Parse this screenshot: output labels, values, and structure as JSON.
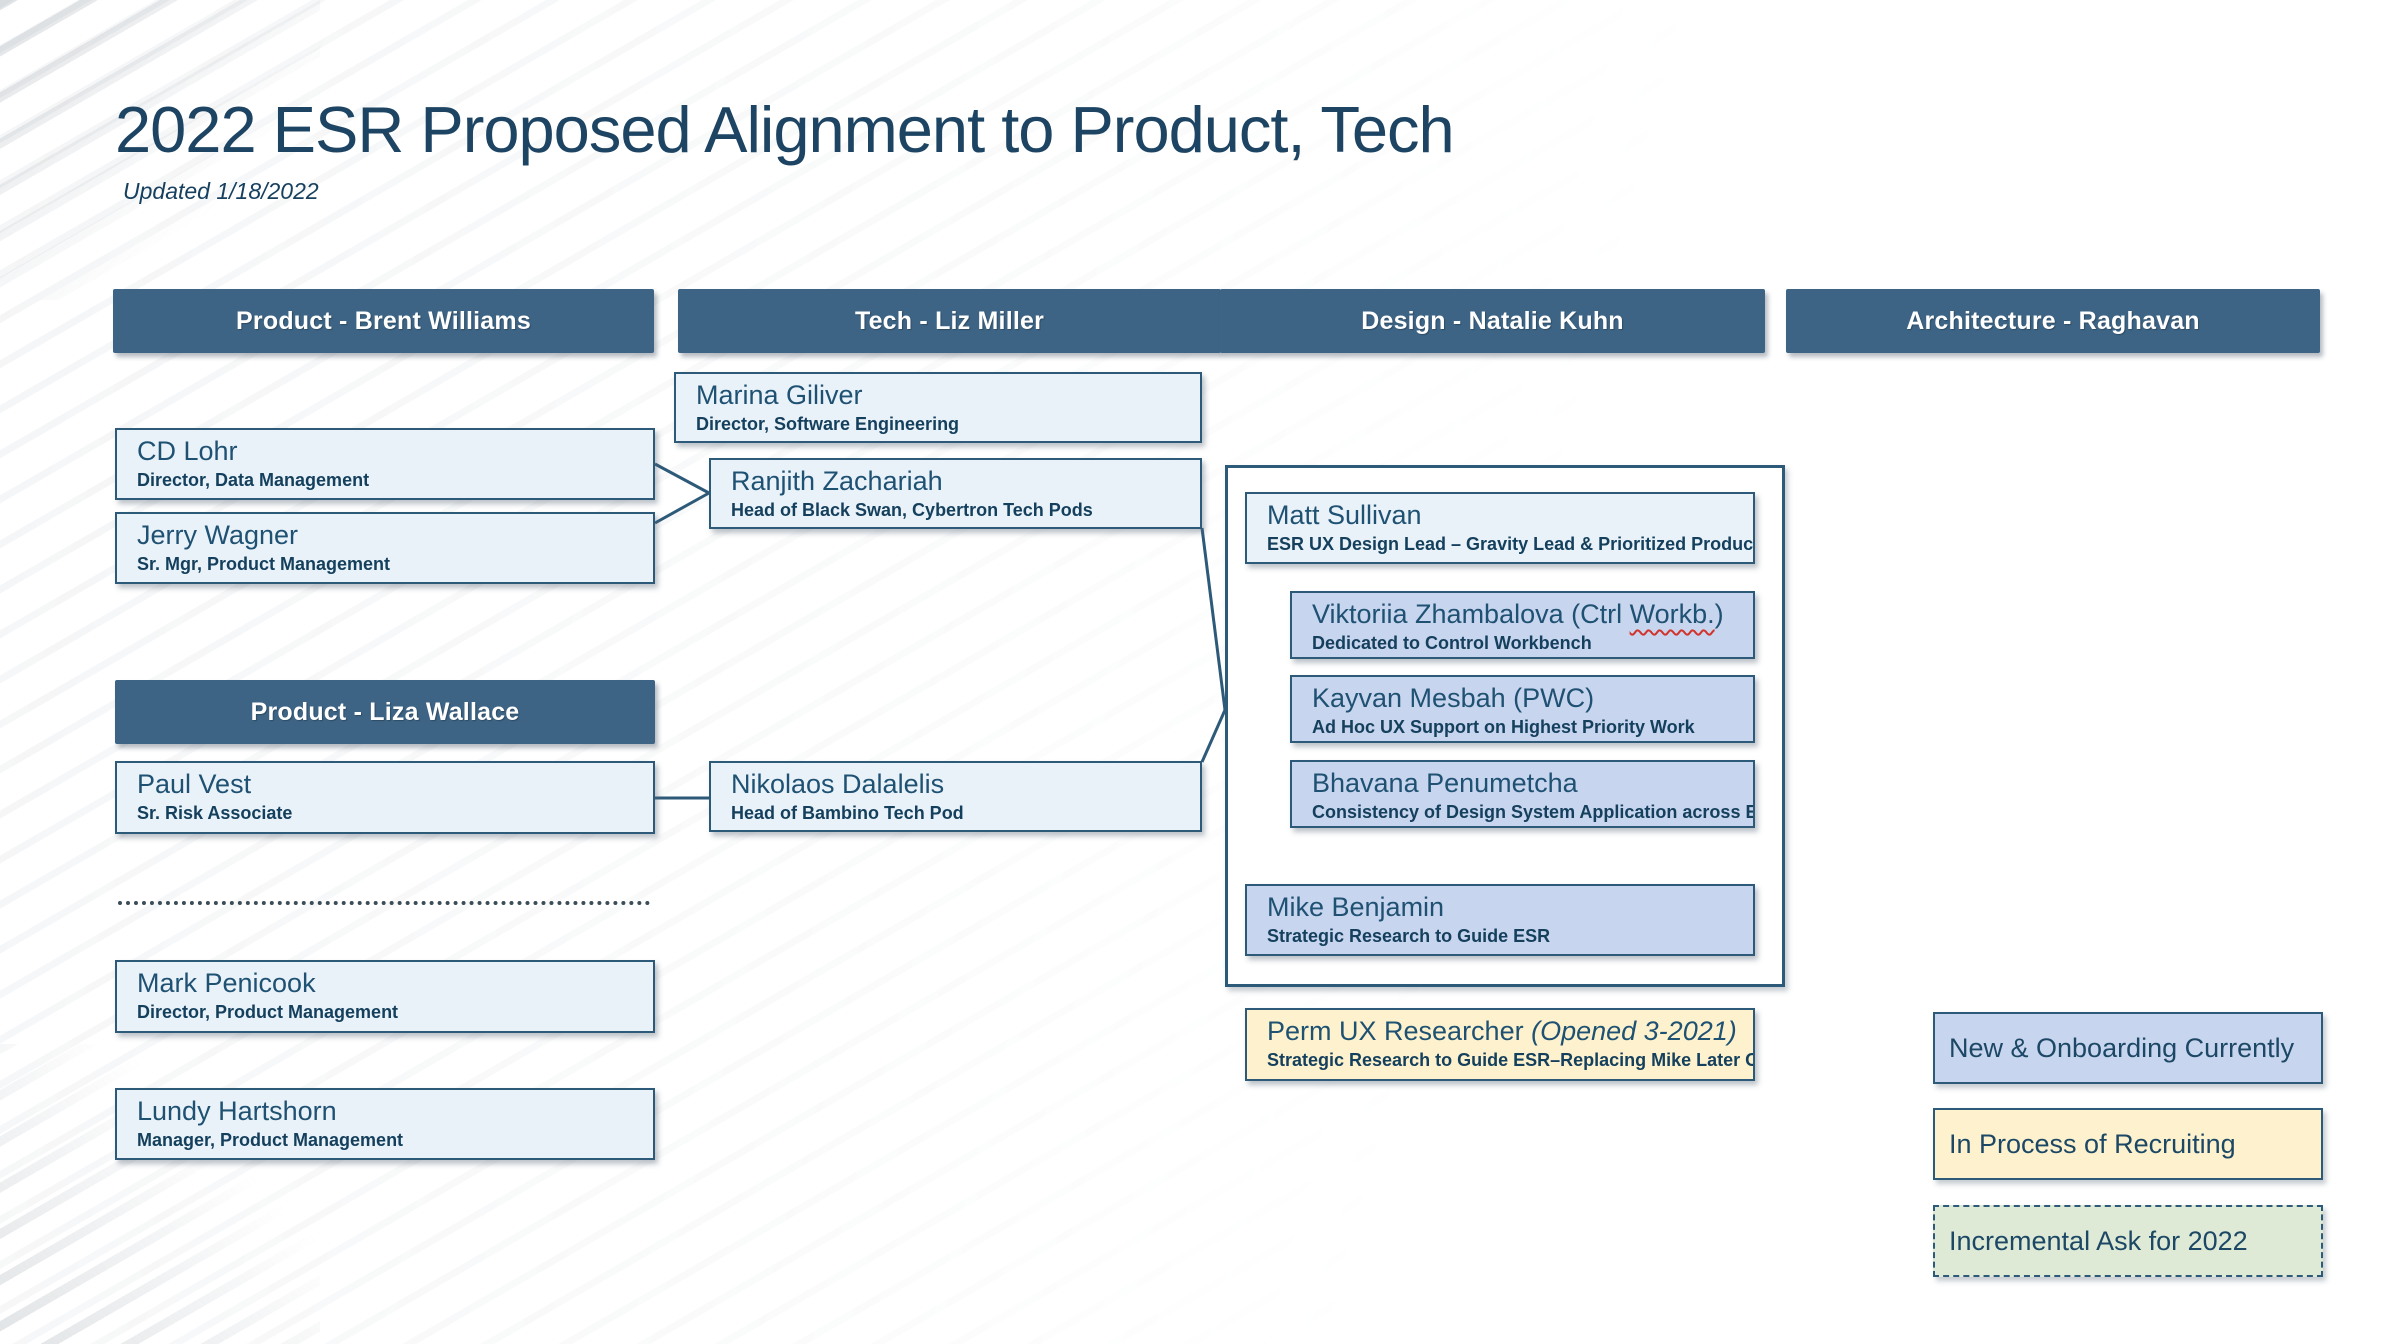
{
  "title": "2022 ESR Proposed Alignment to Product, Tech",
  "updated_note": "Updated 1/18/2022",
  "columns": {
    "product_brent": "Product - Brent Williams",
    "tech": "Tech - Liz Miller",
    "design": "Design - Natalie Kuhn",
    "architecture": "Architecture - Raghavan",
    "product_liza": "Product - Liza Wallace"
  },
  "people": {
    "cd_lohr": {
      "name": "CD Lohr",
      "title": "Director, Data Management"
    },
    "jerry_wagner": {
      "name": "Jerry Wagner",
      "title": "Sr. Mgr, Product Management"
    },
    "marina_giliver": {
      "name": "Marina Giliver",
      "title": "Director, Software Engineering"
    },
    "ranjith_zachariah": {
      "name": "Ranjith Zachariah",
      "title": "Head of Black Swan, Cybertron Tech Pods"
    },
    "paul_vest": {
      "name": "Paul Vest",
      "title": "Sr. Risk Associate"
    },
    "nikolaos_dalalelis": {
      "name": "Nikolaos Dalalelis",
      "title": "Head of Bambino Tech Pod"
    },
    "mark_penicook": {
      "name": "Mark Penicook",
      "title": "Director, Product Management"
    },
    "lundy_hartshorn": {
      "name": "Lundy Hartshorn",
      "title": "Manager, Product Management"
    },
    "matt_sullivan": {
      "name": "Matt Sullivan",
      "title": "ESR UX Design Lead – Gravity Lead &  Prioritized Product(s)"
    },
    "viktoriia_zhambalova": {
      "name_pre": "Viktoriia Zhambalova (Ctrl ",
      "name_spellcheck": "Workb.",
      "name_post": ")",
      "title": "Dedicated to Control Workbench"
    },
    "kayvan_mesbah": {
      "name": "Kayvan Mesbah (PWC)",
      "title": "Ad Hoc UX Support on Highest Priority Work"
    },
    "bhavana_penumetcha": {
      "name": "Bhavana Penumetcha",
      "title": "Consistency of Design System Application across ESR"
    },
    "mike_benjamin": {
      "name": "Mike Benjamin",
      "title": "Strategic Research to Guide ESR"
    },
    "perm_ux_researcher": {
      "name_pre": "Perm UX Researcher ",
      "name_italic": "(Opened 3-2021)",
      "title": "Strategic Research to Guide ESR–Replacing Mike Later On"
    }
  },
  "legend": {
    "new_onboarding": "New & Onboarding Currently",
    "recruiting": "In Process of Recruiting",
    "incremental_ask": "Incremental Ask for 2022"
  },
  "colors": {
    "header_bar": "#3d6485",
    "box_default_fill": "#e9f2f9",
    "box_new_fill": "#c8d5ee",
    "box_recruiting_fill": "#fdf2cd",
    "box_incremental_fill": "#deead6",
    "border_and_lines": "#2e5a7a",
    "name_text": "#1f5173",
    "subtitle_text": "#15405d",
    "title_text": "#1d4463",
    "spellcheck_underline": "#d0342c"
  }
}
